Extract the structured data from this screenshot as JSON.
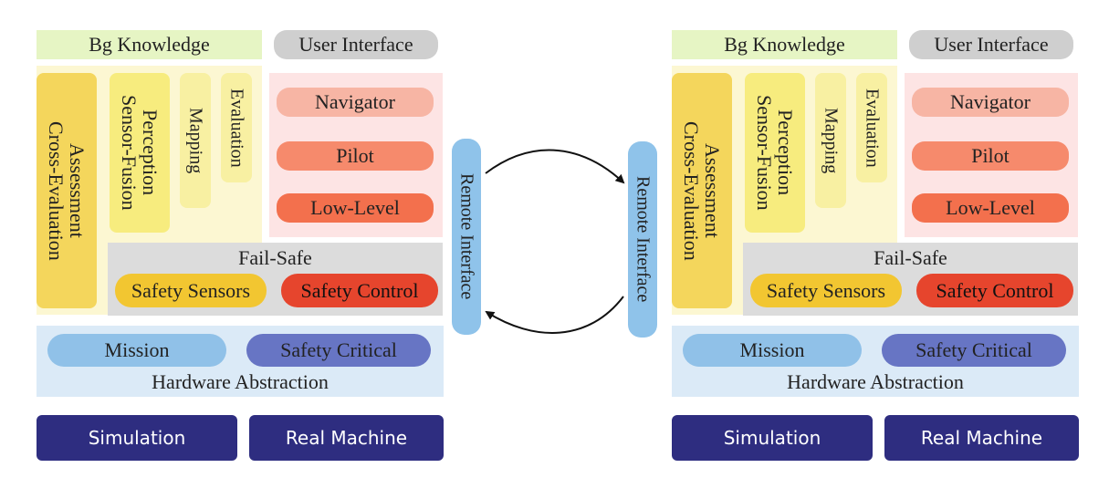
{
  "stacks": [
    {
      "bg_knowledge": "Bg Knowledge",
      "user_interface": "User Interface",
      "assessment": "Assessment\nCross-Evaluation",
      "perception": "Perception\nSensor-Fusion",
      "mapping": "Mapping",
      "evaluation": "Evaluation",
      "navigator": "Navigator",
      "pilot": "Pilot",
      "low_level": "Low-Level",
      "fail_safe": "Fail-Safe",
      "safety_sensors": "Safety Sensors",
      "safety_control": "Safety Control",
      "mission": "Mission",
      "safety_critical": "Safety Critical",
      "hardware_abstraction": "Hardware Abstraction",
      "simulation": "Simulation",
      "real_machine": "Real Machine"
    },
    {
      "bg_knowledge": "Bg Knowledge",
      "user_interface": "User Interface",
      "assessment": "Assessment\nCross-Evaluation",
      "perception": "Perception\nSensor-Fusion",
      "mapping": "Mapping",
      "evaluation": "Evaluation",
      "navigator": "Navigator",
      "pilot": "Pilot",
      "low_level": "Low-Level",
      "fail_safe": "Fail-Safe",
      "safety_sensors": "Safety Sensors",
      "safety_control": "Safety Control",
      "mission": "Mission",
      "safety_critical": "Safety Critical",
      "hardware_abstraction": "Hardware Abstraction",
      "simulation": "Simulation",
      "real_machine": "Real Machine"
    }
  ],
  "remote_left": "Remote Interface",
  "remote_right": "Remote Interface"
}
